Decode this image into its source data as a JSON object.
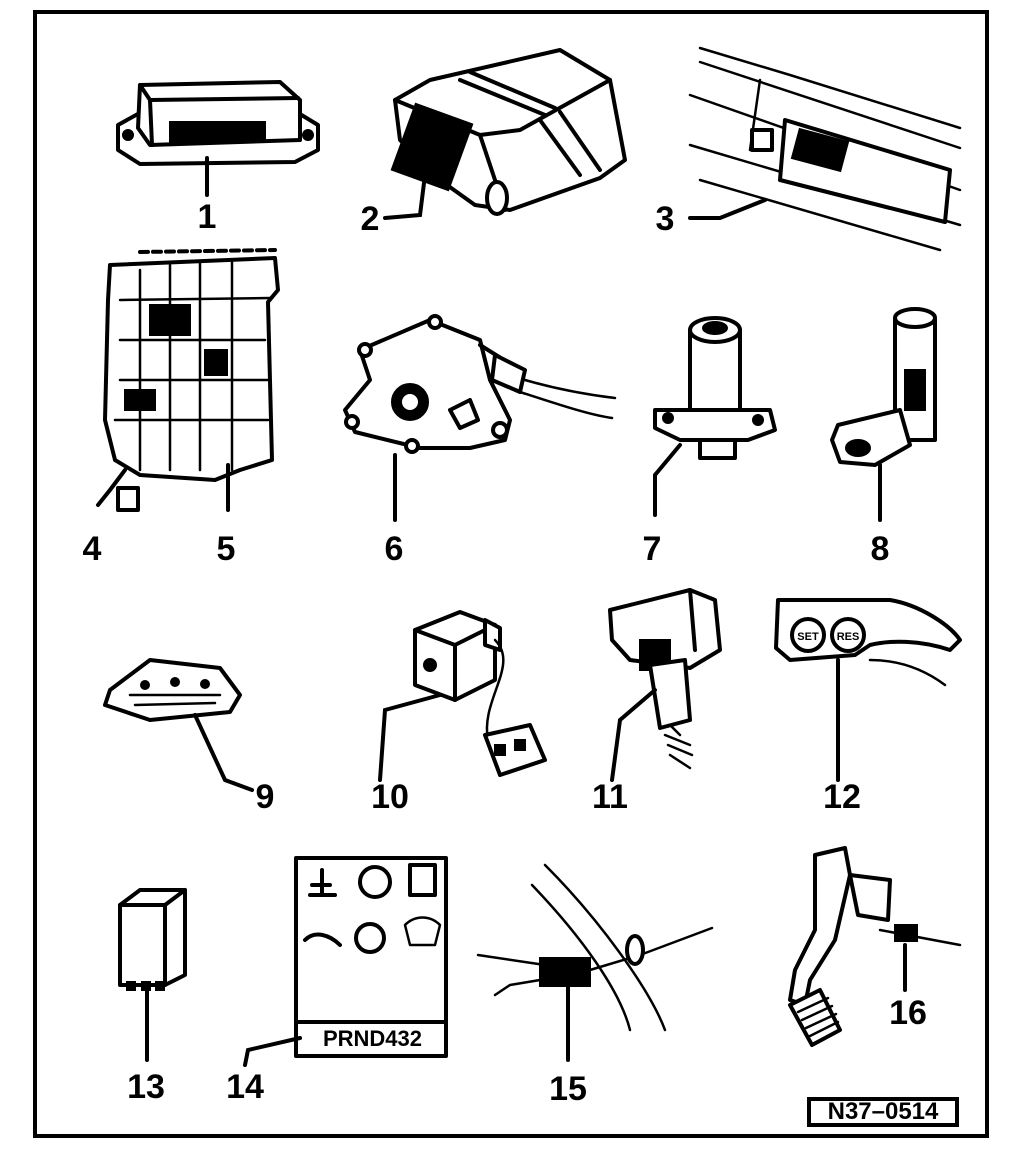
{
  "diagram": {
    "callouts": [
      "1",
      "2",
      "3",
      "4",
      "5",
      "6",
      "7",
      "8",
      "9",
      "10",
      "11",
      "12",
      "13",
      "14",
      "15",
      "16"
    ],
    "panel_14_label": "PRND432",
    "reference_code": "N37–0514",
    "button_12_left": "SET",
    "button_12_right": "RES"
  }
}
